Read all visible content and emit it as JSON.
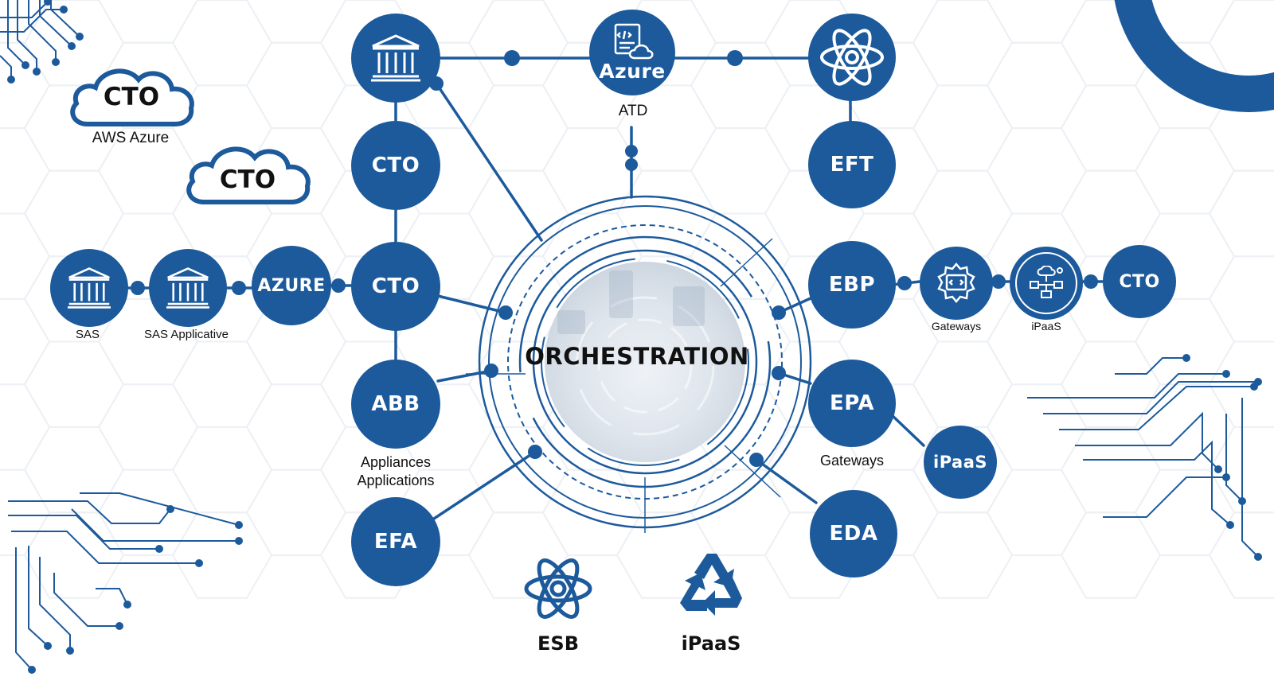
{
  "center": {
    "label": "ORCHESTRATION"
  },
  "clouds": [
    {
      "id": "cloud-cto-aws",
      "label": "CTO",
      "caption": "AWS Azure"
    },
    {
      "id": "cloud-cto",
      "label": "CTO",
      "caption": ""
    }
  ],
  "nodes": {
    "bank_top": {
      "label": "",
      "icon": "bank-icon"
    },
    "azure_atd": {
      "label": "Azure",
      "icon": "code-cloud-icon",
      "caption": "ATD"
    },
    "atom_top": {
      "label": "",
      "icon": "atom-icon"
    },
    "cto_upper": {
      "label": "CTO"
    },
    "eft": {
      "label": "EFT"
    },
    "cto_mid": {
      "label": "CTO"
    },
    "sas": {
      "label": "",
      "icon": "bank-icon",
      "caption": "SAS"
    },
    "sas_applicative": {
      "label": "",
      "icon": "bank-icon",
      "caption": "SAS Applicative"
    },
    "azure_left": {
      "label": "AZURE"
    },
    "abb": {
      "label": "ABB",
      "caption_line1": "Appliances",
      "caption_line2": "Applications"
    },
    "efa": {
      "label": "EFA"
    },
    "ebp": {
      "label": "EBP"
    },
    "gateways_small": {
      "label": "",
      "icon": "gear-code-icon",
      "caption": "Gateways"
    },
    "ipaas_small": {
      "label": "",
      "icon": "workflow-icon",
      "caption": "iPaaS"
    },
    "cto_right": {
      "label": "CTO"
    },
    "epa": {
      "label": "EPA",
      "caption": "Gateways"
    },
    "ipaas_right": {
      "label": "iPaaS"
    },
    "eda": {
      "label": "EDA"
    }
  },
  "bottom": [
    {
      "id": "esb",
      "label": "ESB",
      "icon": "atom-icon"
    },
    {
      "id": "ipaas",
      "label": "iPaaS",
      "icon": "recycle-icon"
    }
  ],
  "colors": {
    "primary": "#1c5a9c",
    "text": "#111111",
    "bg": "#ffffff",
    "hex": "#eef1f5"
  }
}
